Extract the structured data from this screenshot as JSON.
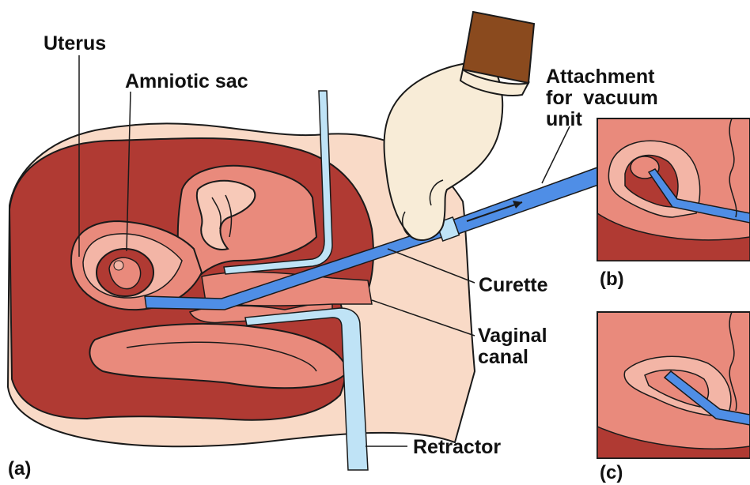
{
  "labels": {
    "uterus": "Uterus",
    "amniotic_sac": "Amniotic sac",
    "attachment_line1": "Attachment",
    "attachment_line2": "for  vacuum",
    "attachment_line3": "unit",
    "curette": "Curette",
    "vaginal_line1": "Vaginal",
    "vaginal_line2": "canal",
    "retractor": "Retractor"
  },
  "panels": {
    "a": "(a)",
    "b": "(b)",
    "c": "(c)"
  },
  "colors": {
    "background": "#ffffff",
    "uterus_dark": "#b03a33",
    "tissue_mid": "#e98a7c",
    "tissue_light": "#f3b5a6",
    "skin": "#f9dac7",
    "cavity": "#f7c9b8",
    "embryo": "#c4433c",
    "tool_blue": "#4f8ee6",
    "retractor_blue": "#bfe3f6",
    "glove": "#f8ecd7",
    "sleeve": "#8a4a1e",
    "outline": "#1a1a1a"
  },
  "icons": [
    "hand-glove-icon",
    "flow-arrow-icon"
  ]
}
